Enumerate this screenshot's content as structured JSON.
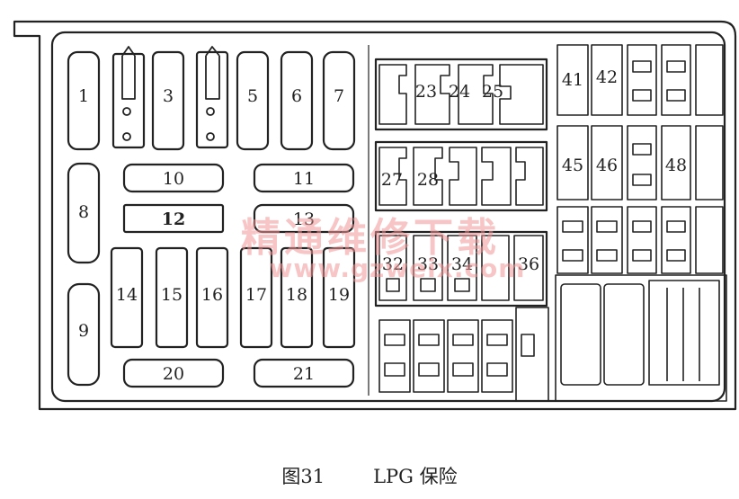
{
  "diagram": {
    "fuses_left": [
      {
        "id": "1",
        "label": "1",
        "kind": "tall"
      },
      {
        "id": "2",
        "label": "",
        "kind": "tall-clip"
      },
      {
        "id": "3",
        "label": "3",
        "kind": "tall"
      },
      {
        "id": "4",
        "label": "",
        "kind": "tall-clip"
      },
      {
        "id": "5",
        "label": "5",
        "kind": "tall"
      },
      {
        "id": "6",
        "label": "6",
        "kind": "tall"
      },
      {
        "id": "7",
        "label": "7",
        "kind": "tall"
      },
      {
        "id": "8",
        "label": "8",
        "kind": "tall"
      },
      {
        "id": "9",
        "label": "9",
        "kind": "tall"
      },
      {
        "id": "10",
        "label": "10",
        "kind": "wide"
      },
      {
        "id": "11",
        "label": "11",
        "kind": "wide"
      },
      {
        "id": "12",
        "label": "12",
        "kind": "wide"
      },
      {
        "id": "13",
        "label": "13",
        "kind": "wide"
      },
      {
        "id": "14",
        "label": "14",
        "kind": "medium"
      },
      {
        "id": "15",
        "label": "15",
        "kind": "medium"
      },
      {
        "id": "16",
        "label": "16",
        "kind": "medium"
      },
      {
        "id": "17",
        "label": "17",
        "kind": "medium"
      },
      {
        "id": "18",
        "label": "18",
        "kind": "medium"
      },
      {
        "id": "19",
        "label": "19",
        "kind": "medium"
      },
      {
        "id": "20",
        "label": "20",
        "kind": "wide"
      },
      {
        "id": "21",
        "label": "21",
        "kind": "wide"
      }
    ],
    "relays": [
      {
        "id": "23",
        "label": "23"
      },
      {
        "id": "24",
        "label": "24"
      },
      {
        "id": "25",
        "label": "25"
      },
      {
        "id": "27",
        "label": "27"
      },
      {
        "id": "28",
        "label": "28"
      },
      {
        "id": "32",
        "label": "32"
      },
      {
        "id": "33",
        "label": "33"
      },
      {
        "id": "34",
        "label": "34"
      },
      {
        "id": "36",
        "label": "36"
      },
      {
        "id": "41",
        "label": "41"
      },
      {
        "id": "42",
        "label": "42"
      },
      {
        "id": "45",
        "label": "45"
      },
      {
        "id": "46",
        "label": "46"
      },
      {
        "id": "48",
        "label": "48"
      }
    ]
  },
  "watermark": {
    "text_cn": "精通维修下载",
    "url": "www.gzweix.com"
  },
  "caption": {
    "figure": "图31",
    "title": "LPG 保险"
  }
}
